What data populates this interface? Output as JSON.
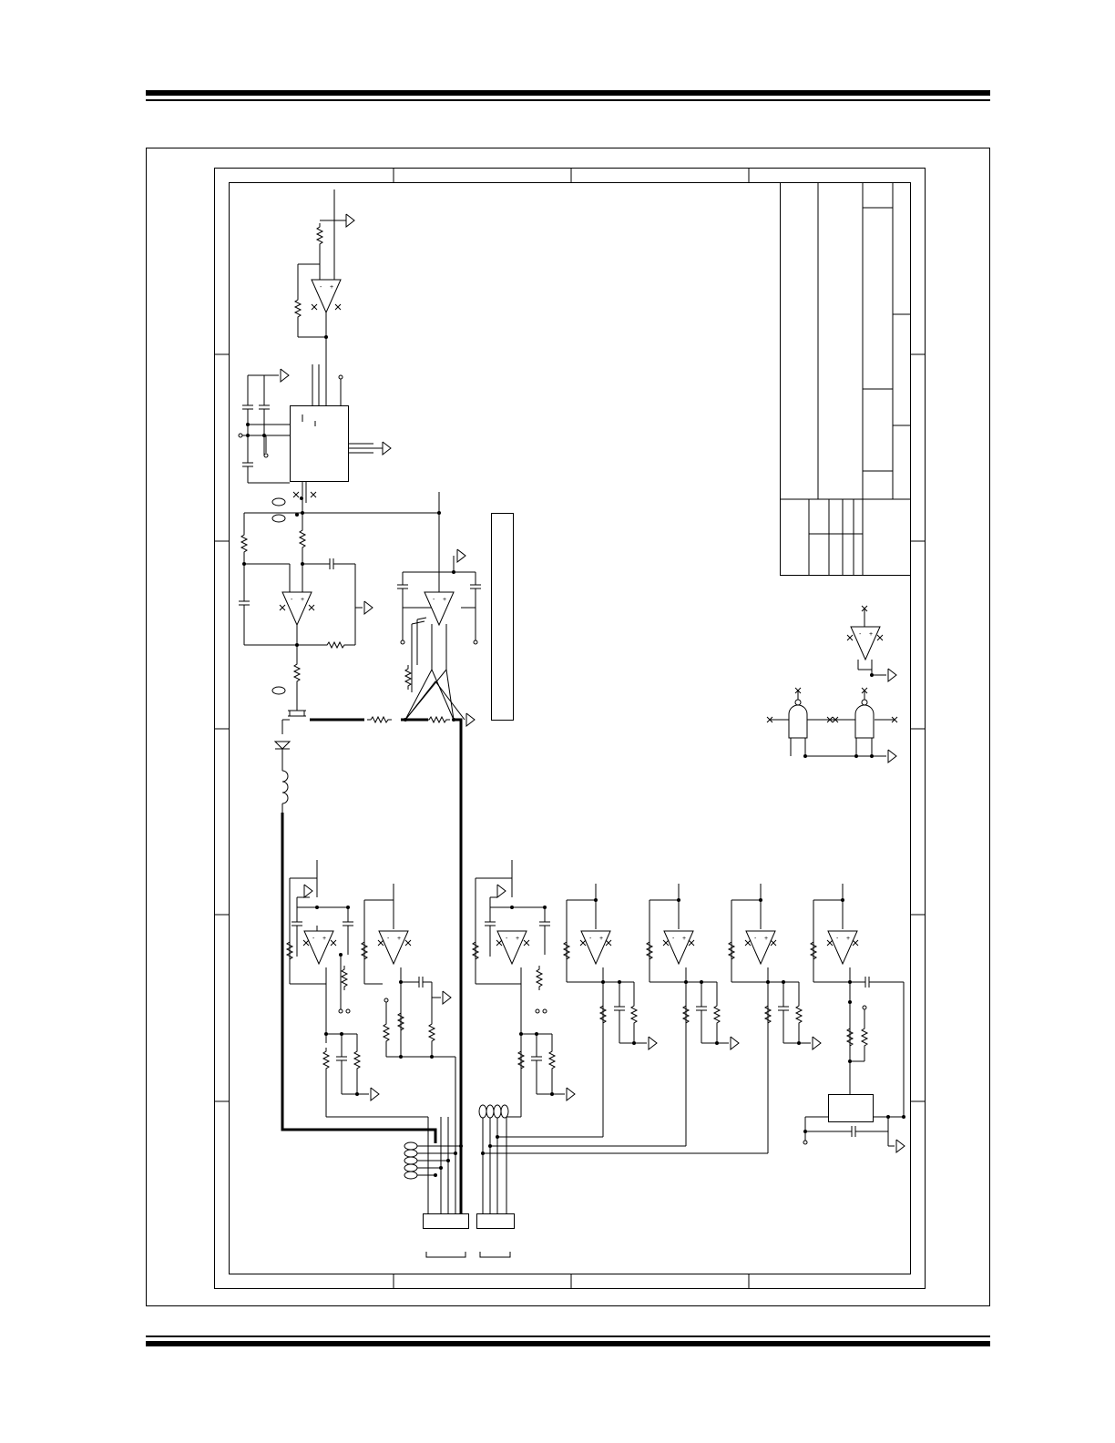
{
  "page": {
    "header_rule": "double",
    "footer_rule": "double",
    "caption_text": "",
    "footer_text": ""
  },
  "schematic": {
    "colors": {
      "line": "#000000",
      "background": "#ffffff"
    },
    "frame_zones": {
      "columns": 4,
      "rows": 6
    },
    "title_block": {
      "visible": true,
      "text": ""
    },
    "components": {
      "op_amps": 11,
      "nand_gates": 2,
      "connectors": 2,
      "ics": 2,
      "ground_symbols": 16
    }
  }
}
